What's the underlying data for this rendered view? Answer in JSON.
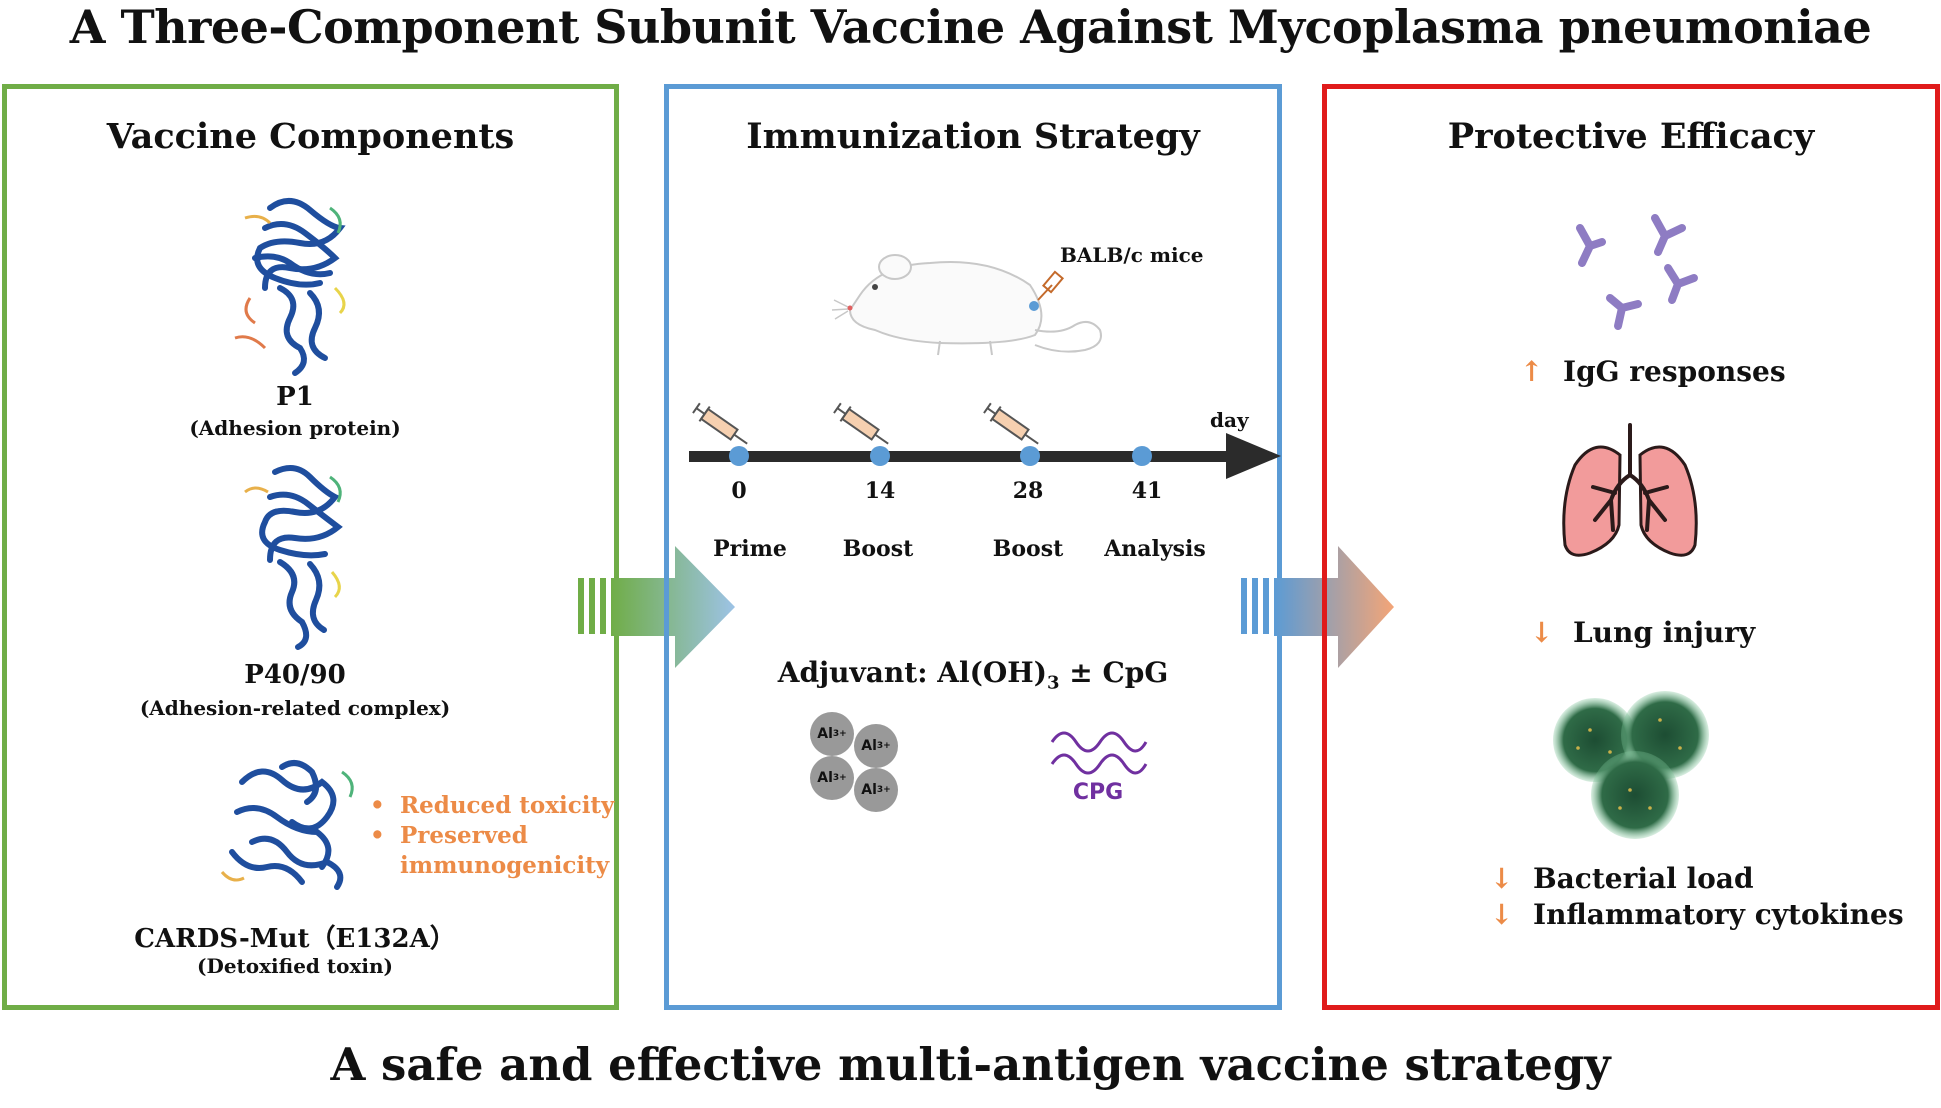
{
  "title": "A Three-Component Subunit Vaccine Against Mycoplasma pneumoniae",
  "footer": "A safe and effective multi-antigen vaccine strategy",
  "colors": {
    "green_panel": "#70ad47",
    "blue_panel": "#5b9bd5",
    "red_panel": "#e01b1b",
    "accent_orange": "#ec8b47",
    "protein_blue": "#1f4e9e",
    "cpg_purple": "#7030a0",
    "lung_pink": "#f29b9b"
  },
  "components": {
    "title": "Vaccine Components",
    "items": [
      {
        "name": "P1",
        "desc": "(Adhesion protein)",
        "icon": "protein-structure-icon"
      },
      {
        "name": "P40/90",
        "desc": "(Adhesion-related complex)",
        "icon": "protein-structure-icon"
      },
      {
        "name": "CARDS-Mut（E132A）",
        "desc": "(Detoxified toxin)",
        "icon": "protein-structure-icon"
      }
    ],
    "features": [
      "Reduced toxicity",
      "Preserved",
      "immunogenicity"
    ]
  },
  "strategy": {
    "title": "Immunization Strategy",
    "animal": "BALB/c mice",
    "axis_unit": "day",
    "timeline": [
      {
        "day": "0",
        "label": "Prime",
        "injection": true
      },
      {
        "day": "14",
        "label": "Boost",
        "injection": true
      },
      {
        "day": "28",
        "label": "Boost",
        "injection": true
      },
      {
        "day": "41",
        "label": "Analysis",
        "injection": false
      }
    ],
    "adjuvant_prefix": "Adjuvant: Al(OH)",
    "adjuvant_sub": "3",
    "adjuvant_suffix": " ± CpG",
    "al_ion": "Al",
    "al_charge": "3+",
    "cpg_label": "CPG"
  },
  "efficacy": {
    "title": "Protective Efficacy",
    "up_arrow": "↑",
    "down_arrow": "↓",
    "igg": "IgG responses",
    "lung": "Lung injury",
    "bacterial": "Bacterial load",
    "cytokines": "Inflammatory cytokines"
  }
}
